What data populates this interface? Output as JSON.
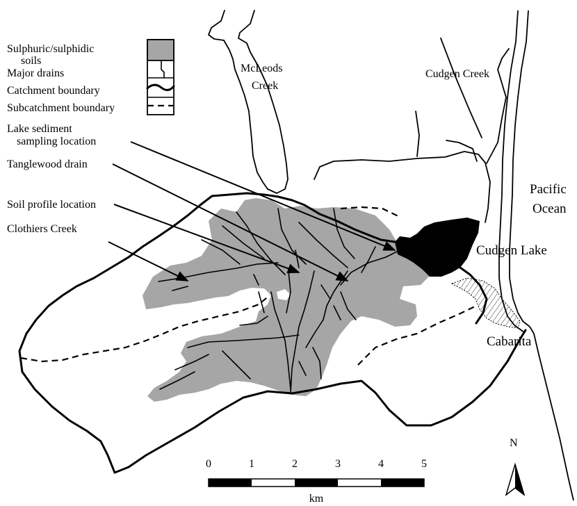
{
  "legend": {
    "sulphuric_label_line1": "Sulphuric/sulphidic",
    "sulphuric_label_line2": "soils",
    "major_drains_label": "Major drains",
    "catchment_label": "Catchment boundary",
    "subcatchment_label": "Subcatchment boundary",
    "soil_color": "#a6a6a6"
  },
  "annotations": {
    "lake_sediment_line1": "Lake sediment",
    "lake_sediment_line2": "sampling location",
    "tanglewood": "Tanglewood drain",
    "soil_profile": "Soil profile location",
    "clothiers": "Clothiers Creek"
  },
  "places": {
    "mcleods_line1": "McLeods",
    "mcleods_line2": "Creek",
    "cudgen_creek": "Cudgen Creek",
    "pacific_line1": "Pacific",
    "pacific_line2": "Ocean",
    "cudgen_lake": "Cudgen Lake",
    "cabarita": "Cabarita"
  },
  "scale_bar": {
    "ticks": [
      "0",
      "1",
      "2",
      "3",
      "4",
      "5"
    ],
    "unit": "km"
  },
  "north_arrow": {
    "label": "N"
  }
}
